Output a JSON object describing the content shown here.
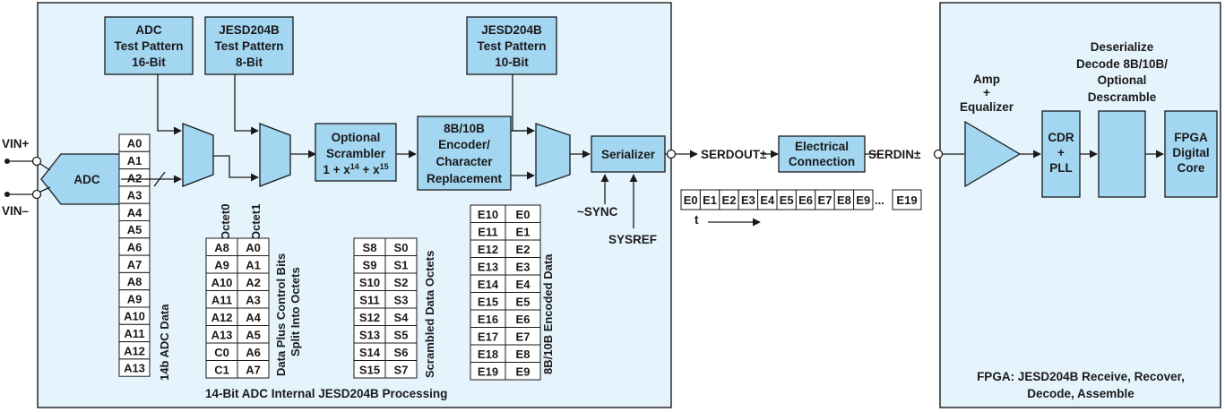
{
  "colors": {
    "panel_fill": "#e4f3fc",
    "block_fill": "#a3d6f1",
    "cell_fill": "#ffffff",
    "line": "#1a1a1a"
  },
  "inputs": {
    "vin_plus": "VIN+",
    "vin_minus": "VIN–"
  },
  "adc": {
    "label": "ADC"
  },
  "test_patterns": {
    "adc_16": [
      "ADC",
      "Test Pattern",
      "16-Bit"
    ],
    "jesd_8": [
      "JESD204B",
      "Test Pattern",
      "8-Bit"
    ],
    "jesd_10": [
      "JESD204B",
      "Test Pattern",
      "10-Bit"
    ]
  },
  "scrambler": {
    "lines": [
      "Optional",
      "Scrambler"
    ],
    "formula": "1 + x14 + x15",
    "base": "1 + x",
    "exp1": "14",
    "mid": " + x",
    "exp2": "15"
  },
  "encoder": {
    "lines": [
      "8B/10B",
      "Encoder/",
      "Character",
      "Replacement"
    ]
  },
  "serializer": {
    "label": "Serializer"
  },
  "sync_label": "~SYNC",
  "sysref_label": "SYSREF",
  "serdout_label": "SERDOUT±",
  "electrical": {
    "lines": [
      "Electrical",
      "Connection"
    ]
  },
  "serdin_label": "SERDIN±",
  "adc_data": {
    "cells": [
      "A0",
      "A1",
      "A2",
      "A3",
      "A4",
      "A5",
      "A6",
      "A7",
      "A8",
      "A9",
      "A10",
      "A11",
      "A12",
      "A13"
    ],
    "caption": "14b ADC Data"
  },
  "octets": {
    "header0": "Octet0",
    "header1": "Octet1",
    "col0": [
      "A8",
      "A9",
      "A10",
      "A11",
      "A12",
      "A13",
      "C0",
      "C1"
    ],
    "col1": [
      "A0",
      "A1",
      "A2",
      "A3",
      "A4",
      "A5",
      "A6",
      "A7"
    ],
    "caption1": "Data Plus Control Bits",
    "caption2": "Split Into Octets"
  },
  "scrambled": {
    "col0": [
      "S8",
      "S9",
      "S10",
      "S11",
      "S12",
      "S13",
      "S14",
      "S15"
    ],
    "col1": [
      "S0",
      "S1",
      "S2",
      "S3",
      "S4",
      "S5",
      "S6",
      "S7"
    ],
    "caption": "Scrambled Data Octets"
  },
  "encoded": {
    "col0": [
      "E10",
      "E11",
      "E12",
      "E13",
      "E14",
      "E15",
      "E16",
      "E17",
      "E18",
      "E19"
    ],
    "col1": [
      "E0",
      "E1",
      "E2",
      "E3",
      "E4",
      "E5",
      "E6",
      "E7",
      "E8",
      "E9"
    ],
    "caption": "8B/10B Encoded Data"
  },
  "serial_stream": {
    "cells": [
      "E0",
      "E1",
      "E2",
      "E3",
      "E4",
      "E5",
      "E6",
      "E7",
      "E8",
      "E9"
    ],
    "ellipsis": "...",
    "last": "E19",
    "time_label": "t"
  },
  "adc_panel_caption": "14-Bit ADC Internal JESD204B Processing",
  "fpga": {
    "amp_lines": [
      "Amp",
      "+",
      "Equalizer"
    ],
    "deser_lines": [
      "Deserialize",
      "Decode 8B/10B/",
      "Optional",
      "Descramble"
    ],
    "cdr_lines": [
      "CDR",
      "+",
      "PLL"
    ],
    "core_lines": [
      "FPGA",
      "Digital",
      "Core"
    ],
    "caption_lines": [
      "FPGA: JESD204B Receive, Recover,",
      "Decode, Assemble"
    ]
  }
}
